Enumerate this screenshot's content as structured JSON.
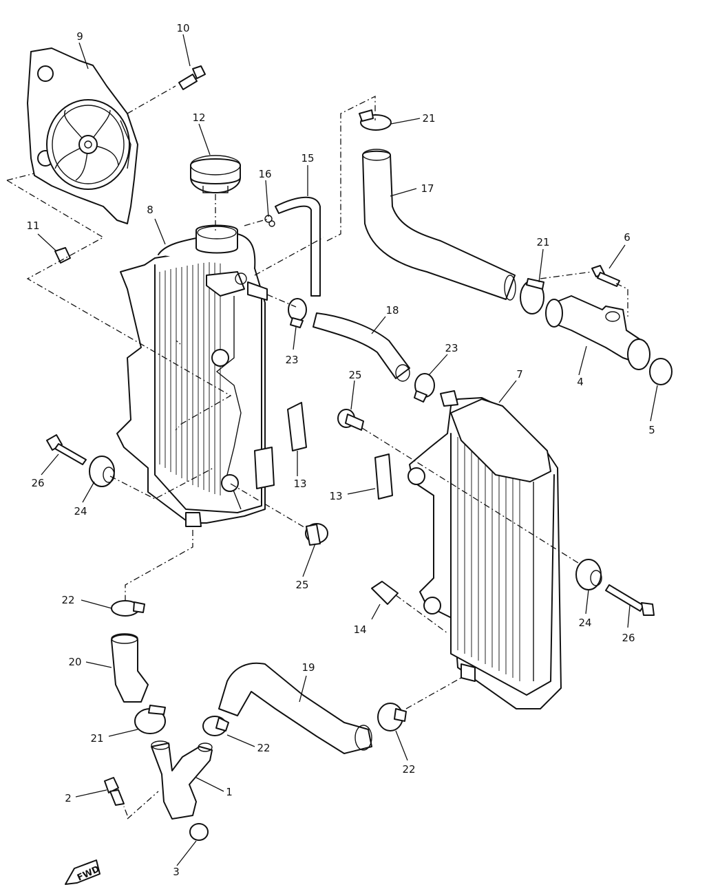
{
  "callouts": [
    {
      "id": "c9",
      "text": "9"
    },
    {
      "id": "c10",
      "text": "10"
    },
    {
      "id": "c12",
      "text": "12"
    },
    {
      "id": "c16",
      "text": "16"
    },
    {
      "id": "c15",
      "text": "15"
    },
    {
      "id": "c21a",
      "text": "21"
    },
    {
      "id": "c17",
      "text": "17"
    },
    {
      "id": "c11",
      "text": "11"
    },
    {
      "id": "c8",
      "text": "8"
    },
    {
      "id": "c21b",
      "text": "21"
    },
    {
      "id": "c6",
      "text": "6"
    },
    {
      "id": "c18",
      "text": "18"
    },
    {
      "id": "c23a",
      "text": "23"
    },
    {
      "id": "c23b",
      "text": "23"
    },
    {
      "id": "c4",
      "text": "4"
    },
    {
      "id": "c25a",
      "text": "25"
    },
    {
      "id": "c7",
      "text": "7"
    },
    {
      "id": "c5",
      "text": "5"
    },
    {
      "id": "c26a",
      "text": "26"
    },
    {
      "id": "c24a",
      "text": "24"
    },
    {
      "id": "c13a",
      "text": "13"
    },
    {
      "id": "c13b",
      "text": "13"
    },
    {
      "id": "c25b",
      "text": "25"
    },
    {
      "id": "c22a",
      "text": "22"
    },
    {
      "id": "c24b",
      "text": "24"
    },
    {
      "id": "c26b",
      "text": "26"
    },
    {
      "id": "c14",
      "text": "14"
    },
    {
      "id": "c20",
      "text": "20"
    },
    {
      "id": "c19",
      "text": "19"
    },
    {
      "id": "c21c",
      "text": "21"
    },
    {
      "id": "c22b",
      "text": "22"
    },
    {
      "id": "c22c",
      "text": "22"
    },
    {
      "id": "c1",
      "text": "1"
    },
    {
      "id": "c2",
      "text": "2"
    },
    {
      "id": "c3",
      "text": "3"
    }
  ],
  "fwd_label": "FWD"
}
